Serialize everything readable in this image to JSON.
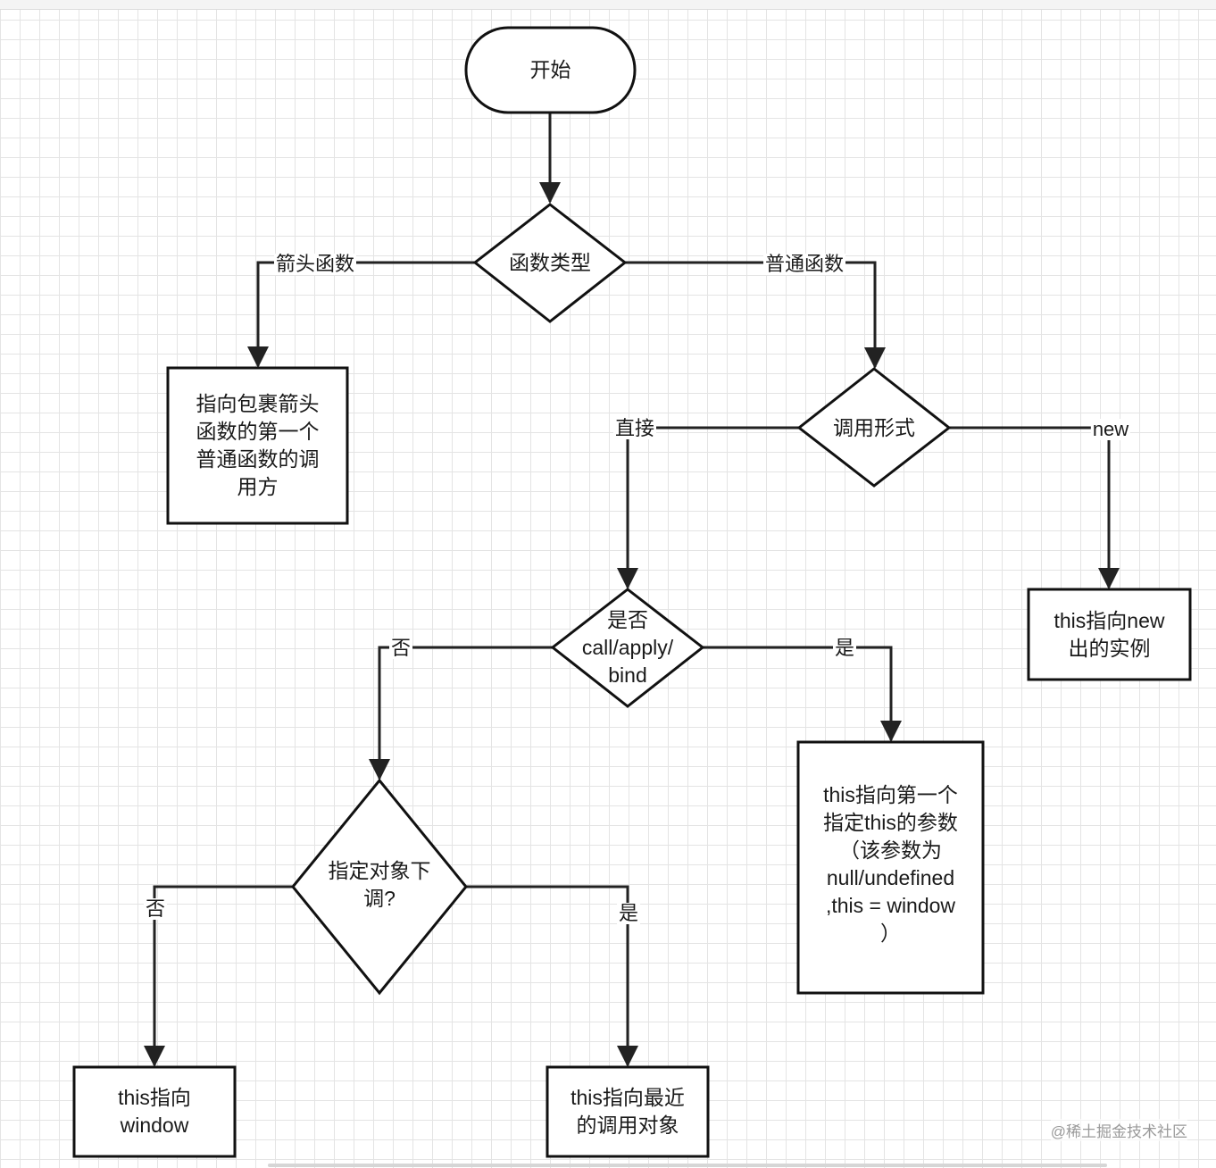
{
  "nodes": {
    "start": "开始",
    "func_type": "函数类型",
    "arrow_result": "指向包裹箭头\n函数的第一个\n普通函数的调\n用方",
    "call_form": "调用形式",
    "new_result": "this指向new\n出的实例",
    "is_call_apply_bind": "是否\ncall/apply/\nbind",
    "cab_result": "this指向第一个\n指定this的参数\n（该参数为\nnull/undefined\n,this = window\n）",
    "obj_call": "指定对象下\n调?",
    "window_result": "this指向\nwindow",
    "nearest_result": "this指向最近\n的调用对象"
  },
  "edges": {
    "arrow_function": "箭头函数",
    "normal_function": "普通函数",
    "direct": "直接",
    "new": "new",
    "cab_no": "否",
    "cab_yes": "是",
    "obj_no": "否",
    "obj_yes": "是"
  },
  "watermark": "@稀土掘金技术社区"
}
